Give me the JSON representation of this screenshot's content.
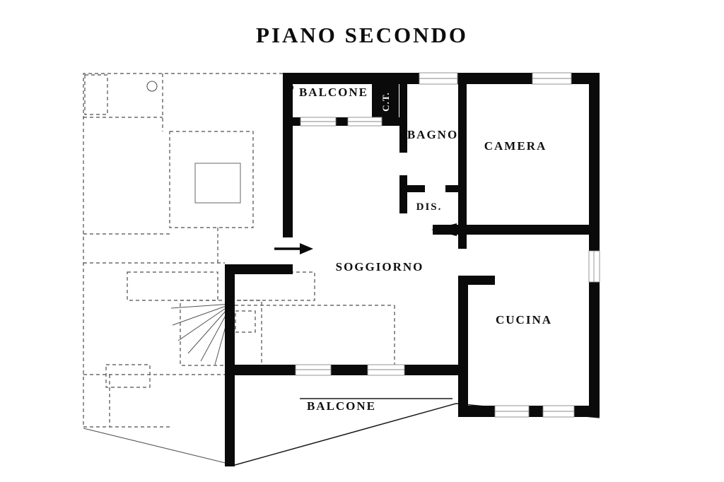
{
  "title": "PIANO SECONDO",
  "rooms": {
    "balcone_top": "BALCONE",
    "ct": "C.T.",
    "bagno": "BAGNO",
    "camera": "CAMERA",
    "dis": "DIS.",
    "soggiorno": "SOGGIORNO",
    "cucina": "CUCINA",
    "balcone_bottom": "BALCONE"
  },
  "icons": {
    "entrance_arrow": "right-arrow",
    "door_marker": "left-wedge",
    "reference_dot": "filled-circle"
  },
  "colors": {
    "wall": "#0a0a0a",
    "dashed_line": "#4d4d4d",
    "background": "#ffffff",
    "label_text": "#111111"
  }
}
